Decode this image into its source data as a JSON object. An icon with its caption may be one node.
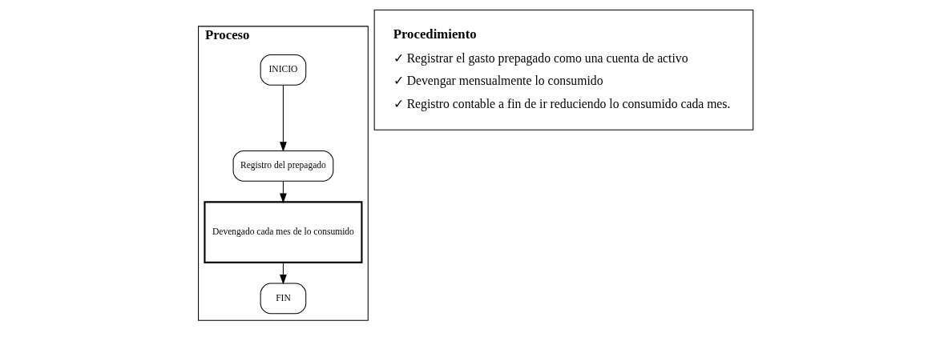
{
  "diagram": {
    "nodes": [
      {
        "text": [
          "Proceso"
        ]
      },
      {
        "text": [
          "INICIO"
        ],
        "in": 0
      },
      {
        "text": [
          "Registro del prepagado"
        ],
        "in": 0
      },
      {
        "text": [
          "Devengado cada mes de lo consumido"
        ],
        "in": 0
      },
      {
        "text": [
          "FIN"
        ],
        "in": 0
      },
      {
        "text": [
          "Procedimiento",
          "✓ Registrar el gasto prepagado como una cuenta de activo",
          "✓ Devengar mensualmente lo consumido",
          "✓ Registro contable a fin de ir reduciendo lo consumido cada mes."
        ]
      }
    ],
    "edges": [
      {
        "from": 1,
        "to": 2,
        "arrow": "to"
      },
      {
        "from": 2,
        "to": 3,
        "arrow": "to"
      },
      {
        "from": 3,
        "to": 4,
        "arrow": "to"
      }
    ]
  }
}
